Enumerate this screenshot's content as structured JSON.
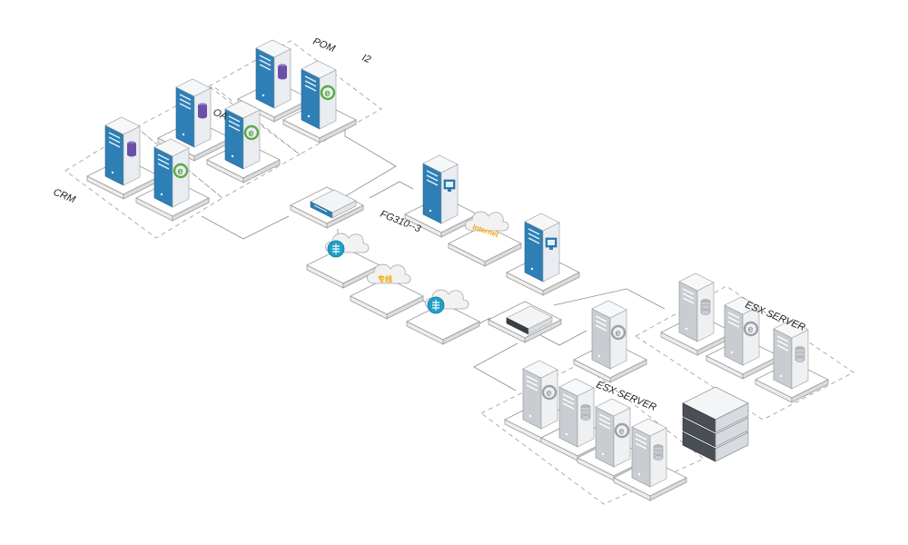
{
  "labels": {
    "pom": "POM",
    "i2": "I2",
    "oa": "OA",
    "crm": "CRM",
    "firewall": "FG310--3",
    "esx_upper": "ESX SERVER",
    "esx_lower": "ESX SERVER"
  },
  "cloud_text": {
    "internet": "Internet",
    "wan": "专线"
  },
  "colors": {
    "server_blue": "#2e7fb6",
    "server_grey": "#c9cdd2",
    "db_purple": "#6b4fa8",
    "ie_green": "#5aa845",
    "cloud_yellow": "#f0a400",
    "router_teal": "#1f9fc9",
    "line": "#8a8a8a"
  },
  "icons": {
    "db": "database-icon",
    "ie": "ie-logo-icon",
    "monitor": "monitor-icon",
    "router": "router-icon",
    "cloud": "cloud-icon"
  }
}
